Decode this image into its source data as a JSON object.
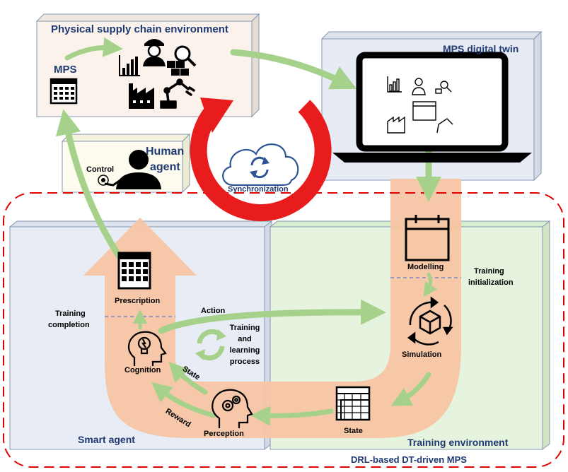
{
  "physical": {
    "title": "Physical supply chain environment",
    "mps_label": "MPS"
  },
  "twin": {
    "title": "MPS digital twin"
  },
  "human": {
    "line1": "Human",
    "line2": "agent",
    "control": "Control"
  },
  "sync": {
    "label": "Synchronization"
  },
  "loop": {
    "modelling": "Modelling",
    "training_init_1": "Training",
    "training_init_2": "initialization",
    "simulation": "Simulation",
    "state": "State",
    "perception": "Perception",
    "reward": "Reward",
    "state_arrow": "State",
    "cognition": "Cognition",
    "prescription": "Prescription",
    "training_completion_1": "Training",
    "training_completion_2": "completion",
    "action": "Action",
    "process_1": "Training",
    "process_2": "and",
    "process_3": "learning",
    "process_4": "process"
  },
  "panels": {
    "smart_agent": "Smart agent",
    "training_env": "Training environment",
    "outer": "DRL-based DT-driven MPS"
  },
  "colors": {
    "loop_fill": "#f7c5a4",
    "arrow_green": "#a6d18b",
    "sync_red": "#e81c1c",
    "cloud_blue": "#2f5597",
    "dashed_red": "#e00000",
    "dashed_blue": "#5b7bc7",
    "agent_panel": "#e8ecf4",
    "env_panel": "#e6f3df",
    "physical_panel": "#fbf2ec",
    "twin_panel": "#e7ebf3",
    "human_panel": "#fdfcef"
  },
  "icons": [
    "calendar-icon",
    "bar-chart-icon",
    "worker-icon",
    "warehouse-search-icon",
    "factory-icon",
    "robot-arm-icon",
    "laptop-icon",
    "cloud-sync-icon",
    "human-touch-icon",
    "cube-cycle-icon",
    "head-bulb-icon",
    "head-gears-icon",
    "recycle-arrows-icon",
    "grid-calendar-icon"
  ]
}
